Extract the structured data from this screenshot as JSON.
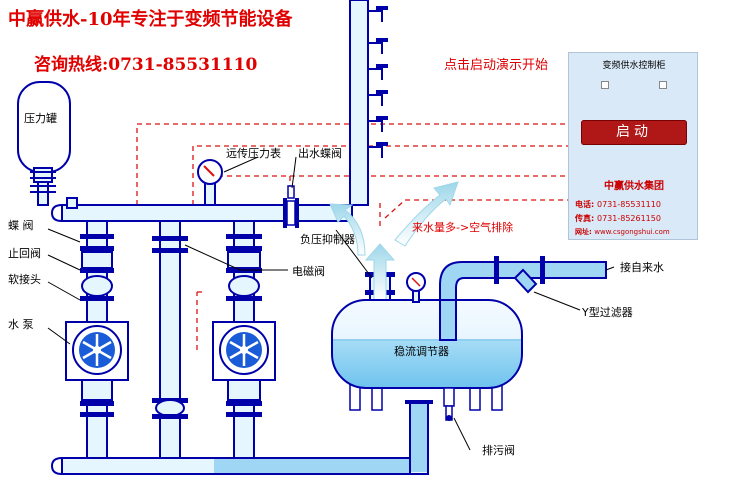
{
  "header": {
    "title": "中赢供水-10年专注于变频节能设备",
    "hotline": "咨询热线:0731-85531110"
  },
  "demo_hint": "点击启动演示开始",
  "panel": {
    "title": "变频供水控制柜",
    "start_button": "启动",
    "company": "中赢供水集团",
    "phone_label": "电话",
    "phone": "0731-85531110",
    "fax_label": "传真",
    "fax": "0731-85261150",
    "web_label": "网址",
    "web": "www.csgongshui.com"
  },
  "labels": {
    "pressure_tank": "压力罐",
    "remote_gauge": "远传压力表",
    "outlet_valve": "出水蝶阀",
    "butterfly_valve": "蝶  阀",
    "check_valve": "止回阀",
    "soft_joint": "软接头",
    "pump": "水  泵",
    "negative_pressure": "负压抑制器",
    "solenoid_valve": "电磁阀",
    "air_vent": "来水量多->空气排除",
    "stabilizer": "稳流调节器",
    "inlet": "接自来水",
    "y_filter": "Y型过滤器",
    "drain_valve": "排污阀"
  },
  "colors": {
    "accent": "#e00000",
    "pipe_stroke": "#0000aa",
    "water": "#9fd6f4",
    "panel_bg": "#d9e9f7"
  }
}
